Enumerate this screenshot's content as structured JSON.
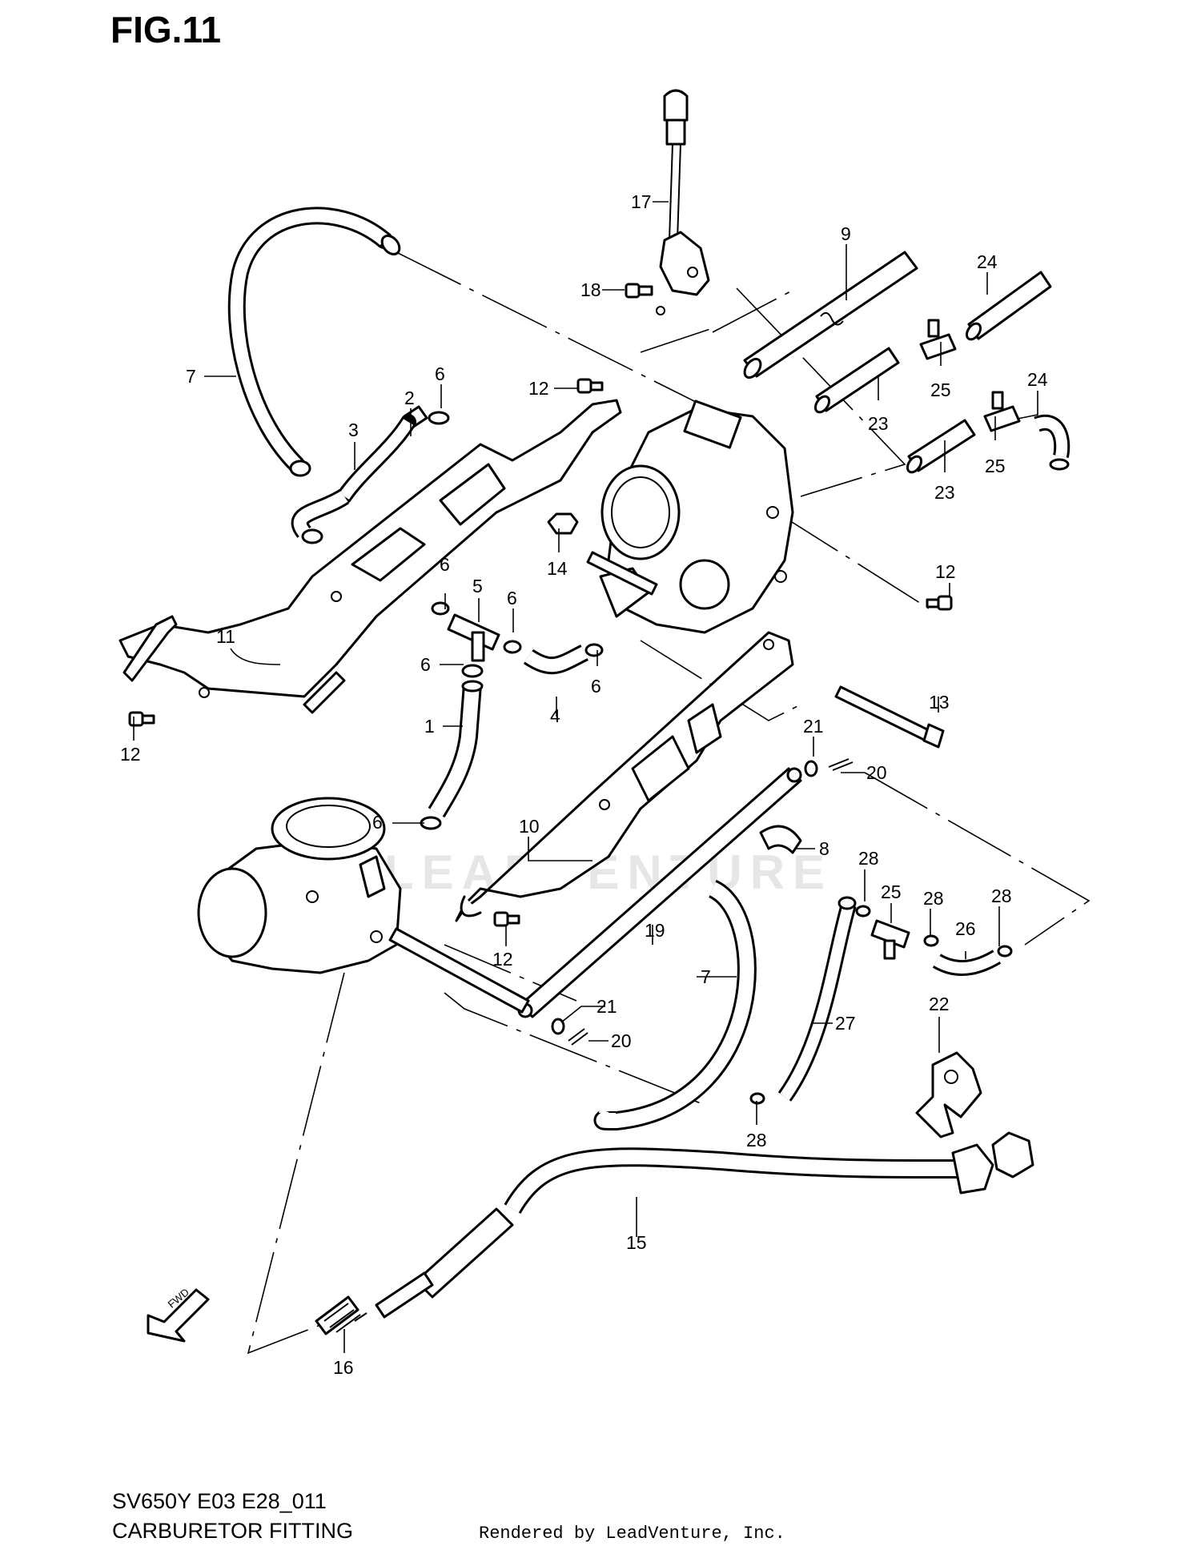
{
  "figure": {
    "title": "FIG.11",
    "model_code": "SV650Y E03 E28_011",
    "section_name": "CARBURETOR FITTING",
    "credit": "Rendered by LeadVenture, Inc.",
    "watermark": "LEADVENTURE",
    "fwd_label": "FWD"
  },
  "callouts": [
    {
      "id": "c17",
      "label": "17"
    },
    {
      "id": "c18",
      "label": "18"
    },
    {
      "id": "c9",
      "label": "9"
    },
    {
      "id": "c24a",
      "label": "24"
    },
    {
      "id": "c24b",
      "label": "24"
    },
    {
      "id": "c25a",
      "label": "25"
    },
    {
      "id": "c25b",
      "label": "25"
    },
    {
      "id": "c25c",
      "label": "25"
    },
    {
      "id": "c23a",
      "label": "23"
    },
    {
      "id": "c23b",
      "label": "23"
    },
    {
      "id": "c7a",
      "label": "7"
    },
    {
      "id": "c7b",
      "label": "7"
    },
    {
      "id": "c6a",
      "label": "6"
    },
    {
      "id": "c6b",
      "label": "6"
    },
    {
      "id": "c6c",
      "label": "6"
    },
    {
      "id": "c6d",
      "label": "6"
    },
    {
      "id": "c6e",
      "label": "6"
    },
    {
      "id": "c6f",
      "label": "6"
    },
    {
      "id": "c2",
      "label": "2"
    },
    {
      "id": "c3",
      "label": "3"
    },
    {
      "id": "c12a",
      "label": "12"
    },
    {
      "id": "c12b",
      "label": "12"
    },
    {
      "id": "c12c",
      "label": "12"
    },
    {
      "id": "c12d",
      "label": "12"
    },
    {
      "id": "c14",
      "label": "14"
    },
    {
      "id": "c5",
      "label": "5"
    },
    {
      "id": "c11",
      "label": "11"
    },
    {
      "id": "c4",
      "label": "4"
    },
    {
      "id": "c1",
      "label": "1"
    },
    {
      "id": "c13",
      "label": "13"
    },
    {
      "id": "c21a",
      "label": "21"
    },
    {
      "id": "c21b",
      "label": "21"
    },
    {
      "id": "c20a",
      "label": "20"
    },
    {
      "id": "c20b",
      "label": "20"
    },
    {
      "id": "c10",
      "label": "10"
    },
    {
      "id": "c8",
      "label": "8"
    },
    {
      "id": "c28a",
      "label": "28"
    },
    {
      "id": "c28b",
      "label": "28"
    },
    {
      "id": "c28c",
      "label": "28"
    },
    {
      "id": "c28d",
      "label": "28"
    },
    {
      "id": "c26",
      "label": "26"
    },
    {
      "id": "c19",
      "label": "19"
    },
    {
      "id": "c27",
      "label": "27"
    },
    {
      "id": "c22",
      "label": "22"
    },
    {
      "id": "c15",
      "label": "15"
    },
    {
      "id": "c16",
      "label": "16"
    }
  ]
}
